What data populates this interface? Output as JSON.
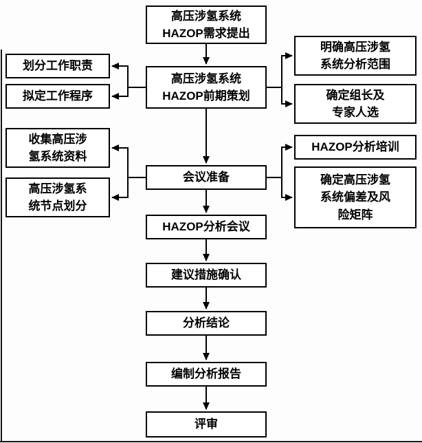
{
  "diagram": {
    "type": "flowchart",
    "colors": {
      "line": "#000000",
      "box_background": "#ffffff",
      "text": "#000000"
    },
    "nodes": {
      "center": [
        {
          "label": "高压涉氢系统\nHAZOP需求提出"
        },
        {
          "label": "高压涉氢系统\nHAZOP前期策划"
        },
        {
          "label": "会议准备"
        },
        {
          "label": "HAZOP分析会议"
        },
        {
          "label": "建议措施确认"
        },
        {
          "label": "分析结论"
        },
        {
          "label": "编制分析报告"
        },
        {
          "label": "评审"
        }
      ],
      "left": [
        {
          "label": "划分工作职责"
        },
        {
          "label": "拟定工作程序"
        },
        {
          "label": "收集高压涉\n氢系统资料"
        },
        {
          "label": "高压涉氢系\n统节点划分"
        }
      ],
      "right": [
        {
          "label": "明确高压涉氢\n系统分析范围"
        },
        {
          "label": "确定组长及\n专家人选"
        },
        {
          "label": "HAZOP分析培训"
        },
        {
          "label": "确定高压涉氢\n系统偏差及风\n险矩阵"
        }
      ]
    }
  }
}
